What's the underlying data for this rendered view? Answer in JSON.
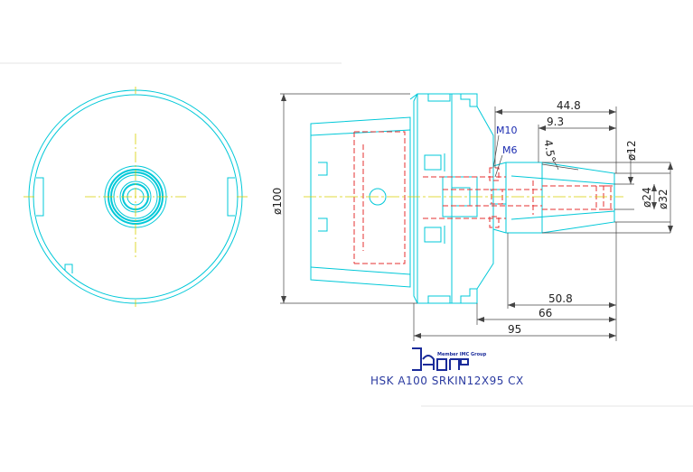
{
  "colors": {
    "outline": "#00c8d8",
    "hidden": "#e53030",
    "centerline": "#d8cf00",
    "dimension": "#333333",
    "note": "#1a2bb0",
    "logo": "#1a2b9a"
  },
  "dimensions": {
    "d44_8": "44.8",
    "d9_3": "9.3",
    "m10": "M10",
    "m6": "M6",
    "angle": "4.5°",
    "dia12": "ø12",
    "dia24": "ø24",
    "dia32": "ø32",
    "dia100": "ø100",
    "d50_8": "50.8",
    "d66": "66",
    "d95": "95"
  },
  "logo": {
    "tagline": "Member IMC Group",
    "wordmark": "iscar"
  },
  "part_name": "HSK  A100  SRKIN12X95  CX"
}
